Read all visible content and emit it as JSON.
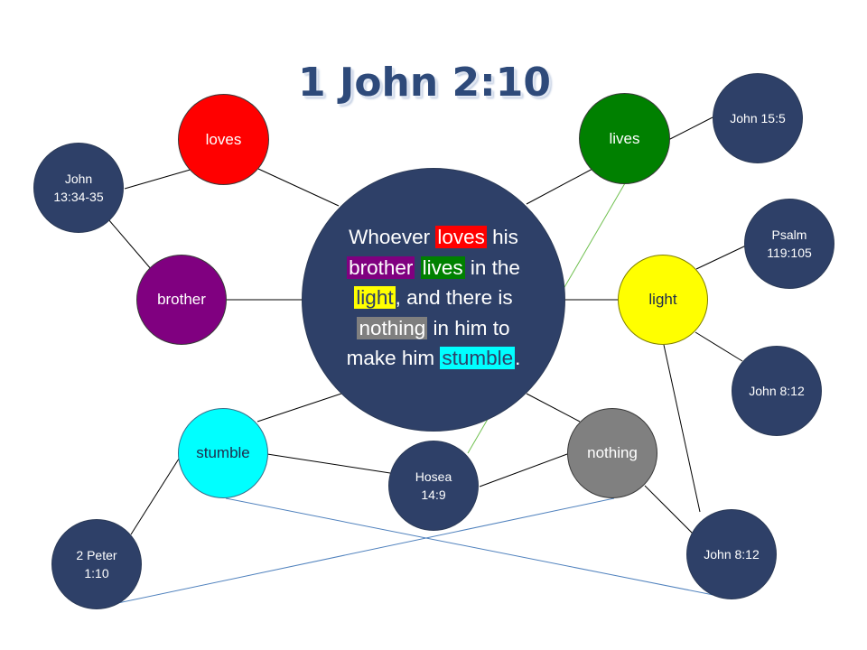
{
  "title": "1 John 2:10",
  "verse": {
    "segments": [
      {
        "text": "Whoever ",
        "hl": null
      },
      {
        "text": "loves",
        "hl": "#ff0000"
      },
      {
        "text": " his ",
        "hl": null
      },
      {
        "text": "brother",
        "hl": "#800080"
      },
      {
        "text": " ",
        "hl": null
      },
      {
        "text": "lives",
        "hl": "#008000"
      },
      {
        "text": " in the ",
        "hl": null
      },
      {
        "text": "light",
        "hl": "#ffff00",
        "dark": true
      },
      {
        "text": ", and there is ",
        "hl": null
      },
      {
        "text": "nothing",
        "hl": "#7f7f7f"
      },
      {
        "text": " in him to make him ",
        "hl": null
      },
      {
        "text": "stumble",
        "hl": "#00ffff",
        "dark": true
      },
      {
        "text": ".",
        "hl": null
      }
    ]
  },
  "words": {
    "loves": {
      "label": "loves",
      "color": "#ff0000"
    },
    "brother": {
      "label": "brother",
      "color": "#800080"
    },
    "lives": {
      "label": "lives",
      "color": "#008000"
    },
    "light": {
      "label": "light",
      "color": "#ffff00"
    },
    "stumble": {
      "label": "stumble",
      "color": "#00ffff"
    },
    "nothing": {
      "label": "nothing",
      "color": "#808080"
    }
  },
  "refs": {
    "john13": {
      "line1": "John",
      "line2": "13:34-35"
    },
    "john15": {
      "line1": "John 15:5",
      "line2": ""
    },
    "psalm": {
      "line1": "Psalm",
      "line2": "119:105"
    },
    "john8a": {
      "line1": "John 8:12",
      "line2": ""
    },
    "hosea": {
      "line1": "Hosea",
      "line2": "14:9"
    },
    "peter": {
      "line1": "2 Peter",
      "line2": "1:10"
    },
    "john8b": {
      "line1": "John 8:12",
      "line2": ""
    }
  },
  "colors": {
    "ref_fill": "#2e4068",
    "black_edge": "#000000",
    "green_edge": "#70c050",
    "blue_edge": "#4f81bd"
  }
}
